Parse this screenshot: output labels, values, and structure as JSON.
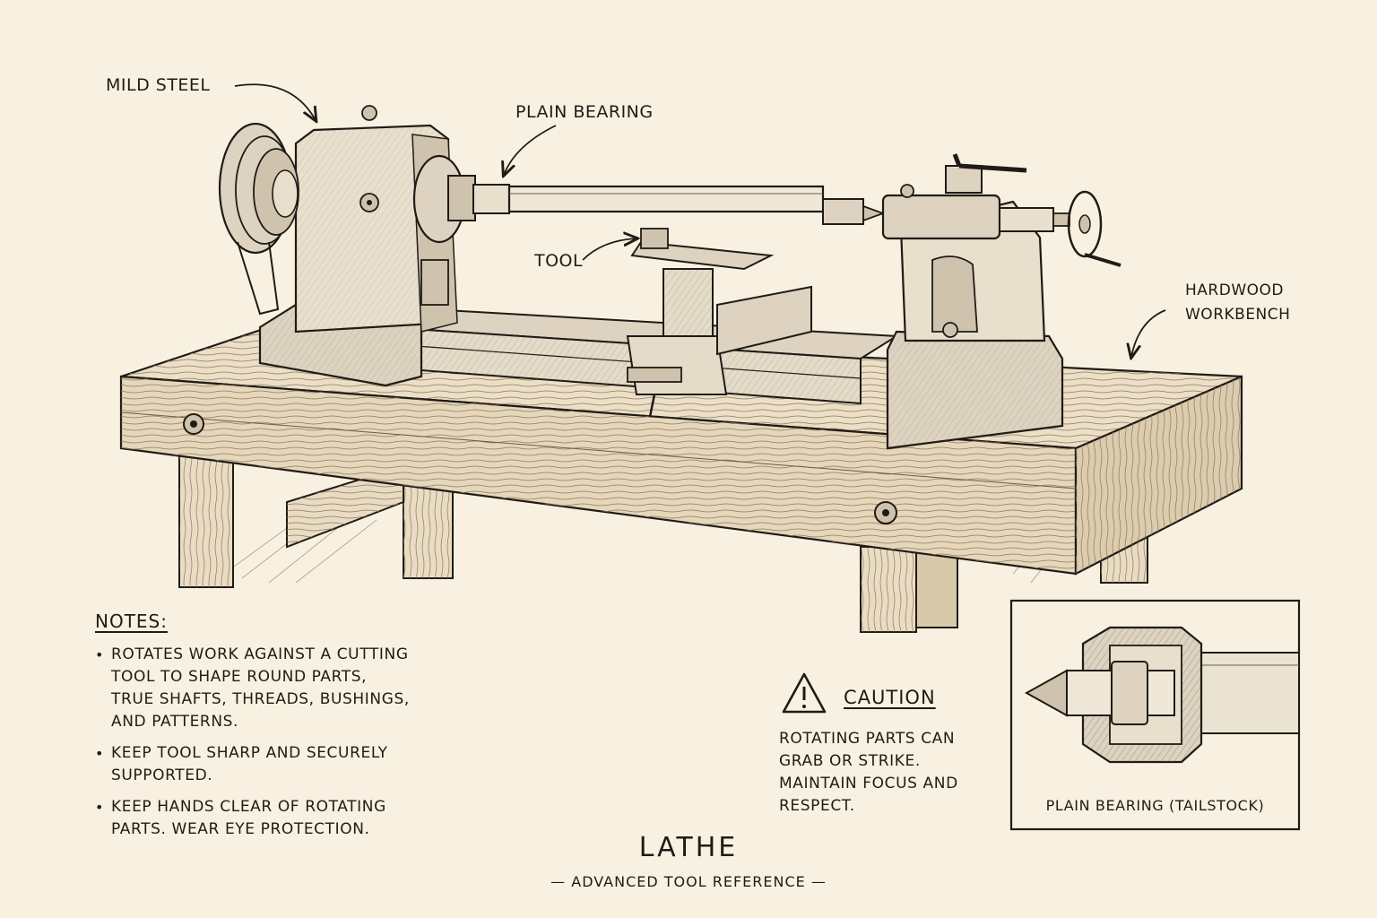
{
  "callouts": {
    "mild_steel": "MILD STEEL",
    "plain_bearing": "PLAIN BEARING",
    "tool": "TOOL",
    "hardwood": "HARDWOOD",
    "workbench": "WORKBENCH"
  },
  "notes": {
    "title": "NOTES:",
    "items": [
      {
        "lines": [
          "ROTATES WORK AGAINST A CUTTING",
          "TOOL TO SHAPE ROUND PARTS,",
          "TRUE SHAFTS, THREADS, BUSHINGS,",
          "AND PATTERNS."
        ]
      },
      {
        "lines": [
          "KEEP TOOL SHARP AND SECURELY",
          "SUPPORTED."
        ]
      },
      {
        "lines": [
          "KEEP HANDS CLEAR OF ROTATING",
          "PARTS. WEAR EYE PROTECTION."
        ]
      }
    ]
  },
  "caution": {
    "title": "CAUTION",
    "lines": [
      "ROTATING PARTS CAN",
      "GRAB OR STRIKE.",
      "MAINTAIN FOCUS AND",
      "RESPECT."
    ]
  },
  "inset": {
    "caption": "PLAIN BEARING (TAILSTOCK)"
  },
  "footer": {
    "title": "LATHE",
    "subtitle": "— ADVANCED TOOL REFERENCE —"
  },
  "colors": {
    "paper": "#f8f1e1",
    "ink": "#1f1b16",
    "wood": "#e9dcc2",
    "metal": "#ddd3c0"
  },
  "icons": [
    "warning-triangle-icon"
  ]
}
